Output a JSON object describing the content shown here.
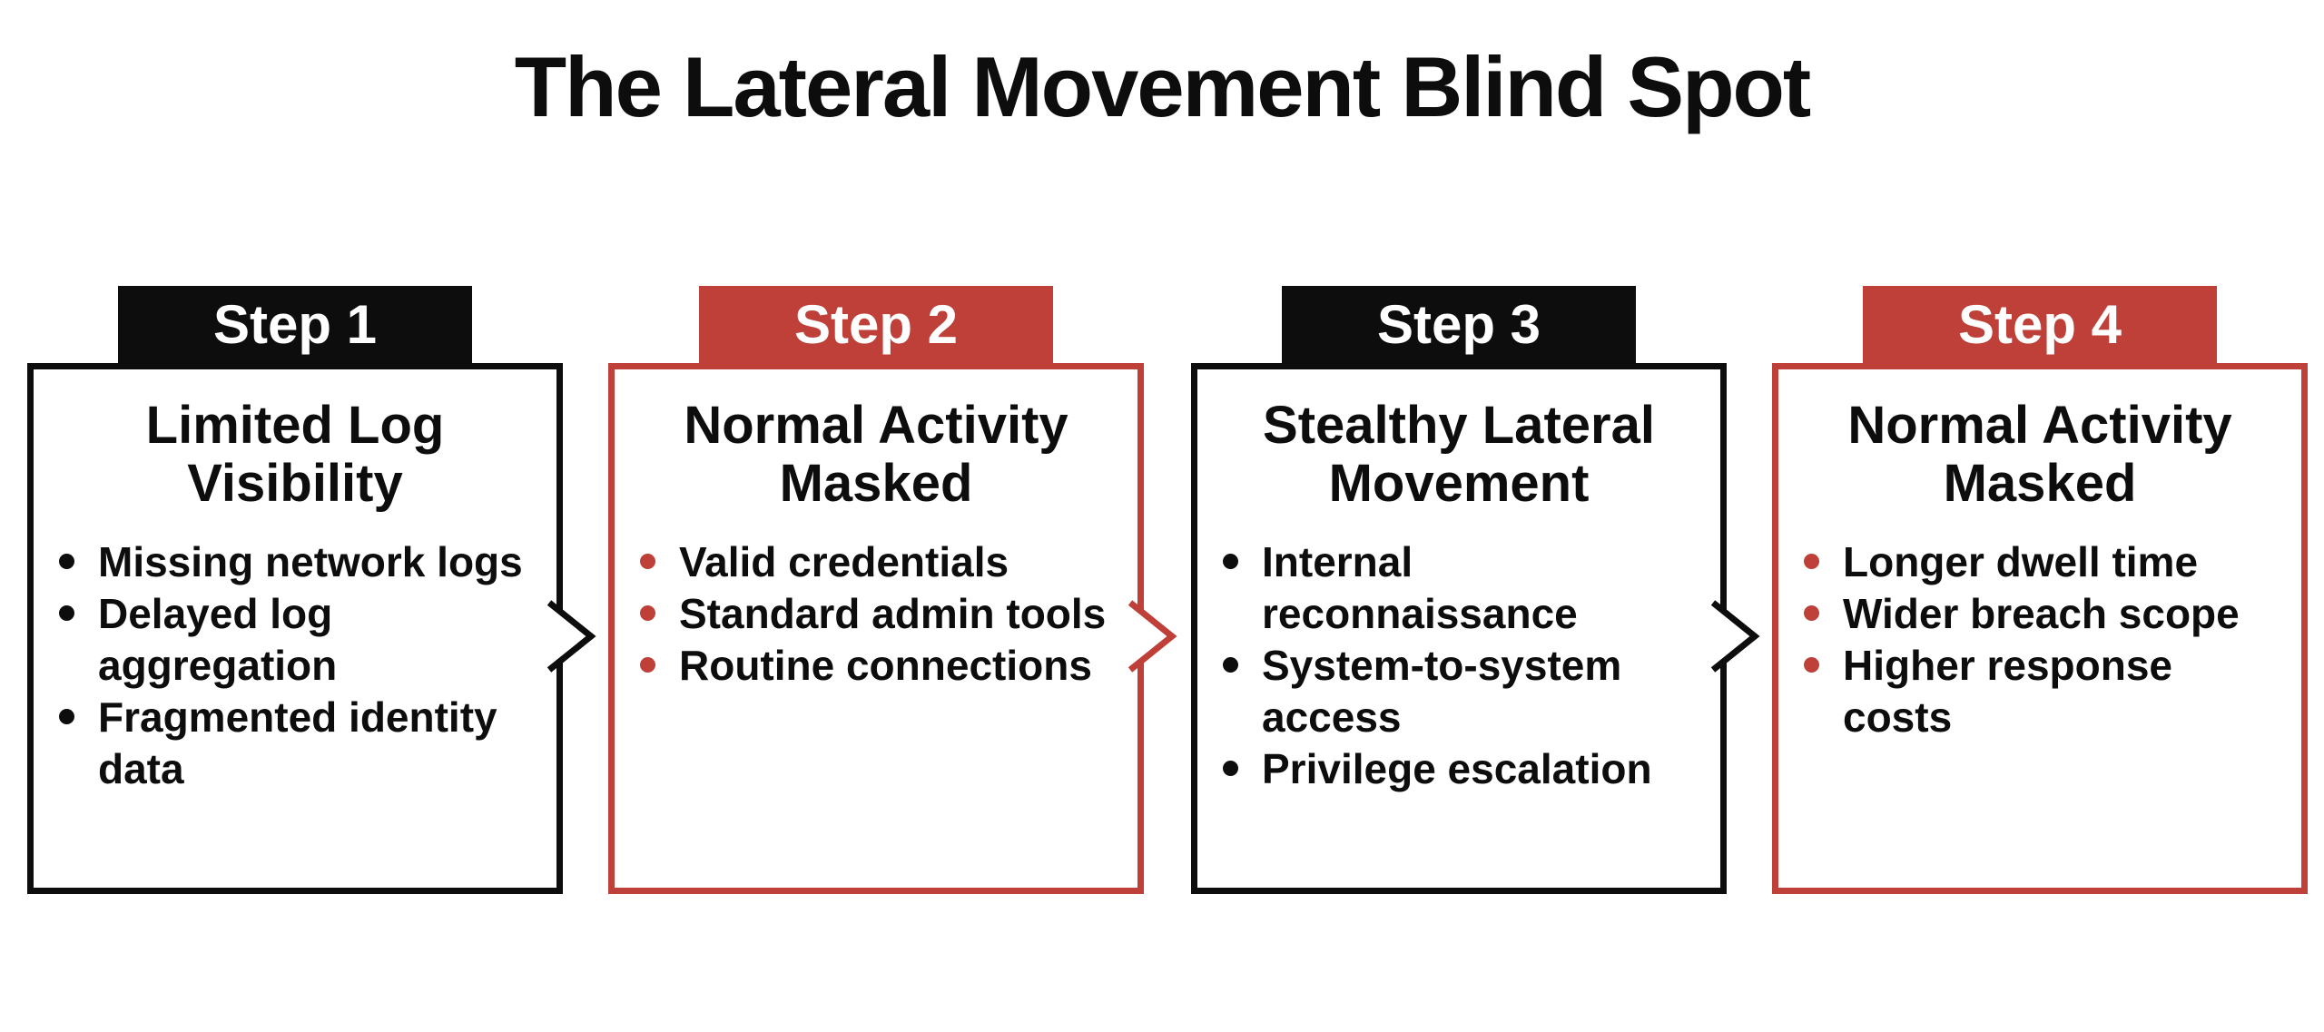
{
  "title": "The Lateral Movement Blind Spot",
  "colors": {
    "black": "#0d0d0d",
    "red": "#be4038",
    "background": "#ffffff",
    "tab_text": "#ffffff",
    "body_text": "#0d0d0d"
  },
  "steps": [
    {
      "tab": "Step 1",
      "theme": "black",
      "title_line1": "Limited Log",
      "title_line2": "Visibility",
      "bullets": [
        "Missing network logs",
        "Delayed log aggregation",
        "Fragmented identity data"
      ],
      "has_arrow": true
    },
    {
      "tab": "Step 2",
      "theme": "red",
      "title_line1": "Normal Activity",
      "title_line2": "Masked",
      "bullets": [
        "Valid credentials",
        "Standard admin tools",
        "Routine connections"
      ],
      "has_arrow": true
    },
    {
      "tab": "Step 3",
      "theme": "black",
      "title_line1": "Stealthy Lateral",
      "title_line2": "Movement",
      "bullets": [
        "Internal reconnaissance",
        "System-to-system access",
        "Privilege escalation"
      ],
      "has_arrow": true
    },
    {
      "tab": "Step 4",
      "theme": "red",
      "title_line1": "Normal Activity",
      "title_line2": "Masked",
      "bullets": [
        "Longer dwell time",
        "Wider breach scope",
        "Higher response costs"
      ],
      "has_arrow": false
    }
  ]
}
